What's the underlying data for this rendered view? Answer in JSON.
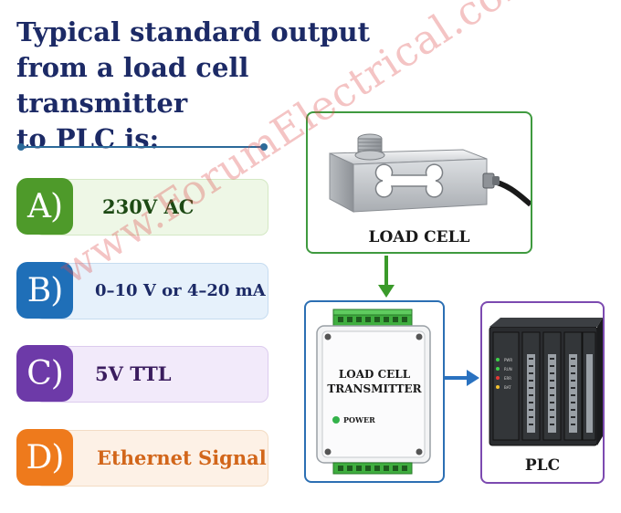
{
  "question": {
    "line1": "Typical standard output",
    "line2": "from a load cell transmitter",
    "line3": "to PLC is:"
  },
  "options": [
    {
      "letter": "A)",
      "text": "230V AC",
      "color": "#4e9a2a",
      "bg": "#eef7e6",
      "text_color": "#1d4a14"
    },
    {
      "letter": "B)",
      "text": "0–10 V or 4–20 mA",
      "color": "#1f6fb8",
      "bg": "#e6f1fb",
      "text_color": "#1c2a66"
    },
    {
      "letter": "C)",
      "text": "5V TTL",
      "color": "#6d3aa8",
      "bg": "#f2eafa",
      "text_color": "#3a1c5e"
    },
    {
      "letter": "D)",
      "text": "Ethernet Signal",
      "color": "#ee7a1c",
      "bg": "#fdf1e6",
      "text_color": "#d2661a"
    }
  ],
  "diagram": {
    "load_cell_label": "LOAD CELL",
    "transmitter_line1": "LOAD CELL",
    "transmitter_line2": "TRANSMITTER",
    "power_label": "POWER",
    "plc_label": "PLC",
    "plc_leds": [
      "PWR",
      "RUN",
      "ERR",
      "BAT"
    ]
  },
  "watermark": "www.ForumElectrical.com",
  "colors": {
    "title": "#1c2a66",
    "load_cell_border": "#3f9a3f",
    "transmitter_border": "#2c6fb3",
    "plc_border": "#7c4ab0",
    "arrow_green": "#3a9a2a",
    "arrow_blue": "#2a72c0"
  }
}
